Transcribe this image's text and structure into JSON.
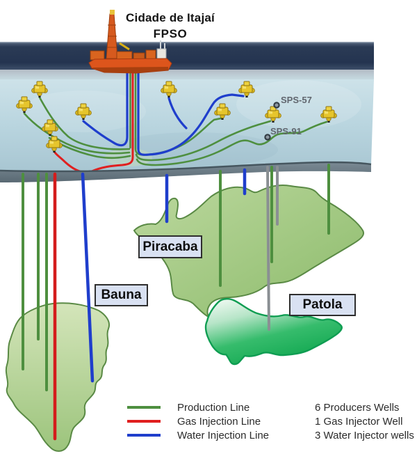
{
  "title": {
    "line1": "Cidade de Itajaí",
    "line2": "FPSO"
  },
  "fields": {
    "bauna": {
      "label": "Bauna"
    },
    "piracaba": {
      "label": "Piracaba"
    },
    "patola": {
      "label": "Patola"
    }
  },
  "sps_markers": [
    {
      "label": "SPS-57"
    },
    {
      "label": "SPS-91"
    }
  ],
  "legend": {
    "items": [
      {
        "label": "Production Line",
        "color": "#4e8f3f"
      },
      {
        "label": "Gas Injection Line",
        "color": "#e01f1f"
      },
      {
        "label": "Water Injection Line",
        "color": "#1f3ecc"
      }
    ],
    "counts": [
      "6 Producers Wells",
      "1 Gas Injector Well",
      "3 Water Injector wells"
    ]
  },
  "colors": {
    "ocean": "#2b3b55",
    "water_column": "#b9d5df",
    "seabed": "#6e7e88",
    "field_green_light": "#aed18c",
    "field_green_bright": "#1fb35a",
    "fpso_orange": "#dd551c",
    "tree_yellow": "#e6c52c",
    "label_box_fill": "#d9e1f2",
    "gray_well": "#8a8f93"
  }
}
